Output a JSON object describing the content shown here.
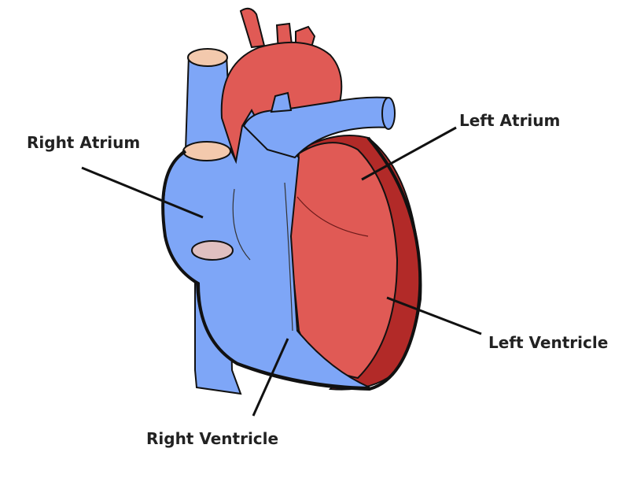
{
  "labels": {
    "right_atrium": "Right Atrium",
    "left_atrium": "Left Atrium",
    "left_ventricle": "Left Ventricle",
    "right_ventricle": "Right Ventricle"
  },
  "colors": {
    "deoxygenated_blue": "#7ea6f7",
    "oxygenated_red": "#e05a55",
    "wall_dark_red": "#b22a28",
    "vessel_opening": "#f3c9ad",
    "valve_opening": "#e0c0c0",
    "outline": "#111111"
  }
}
